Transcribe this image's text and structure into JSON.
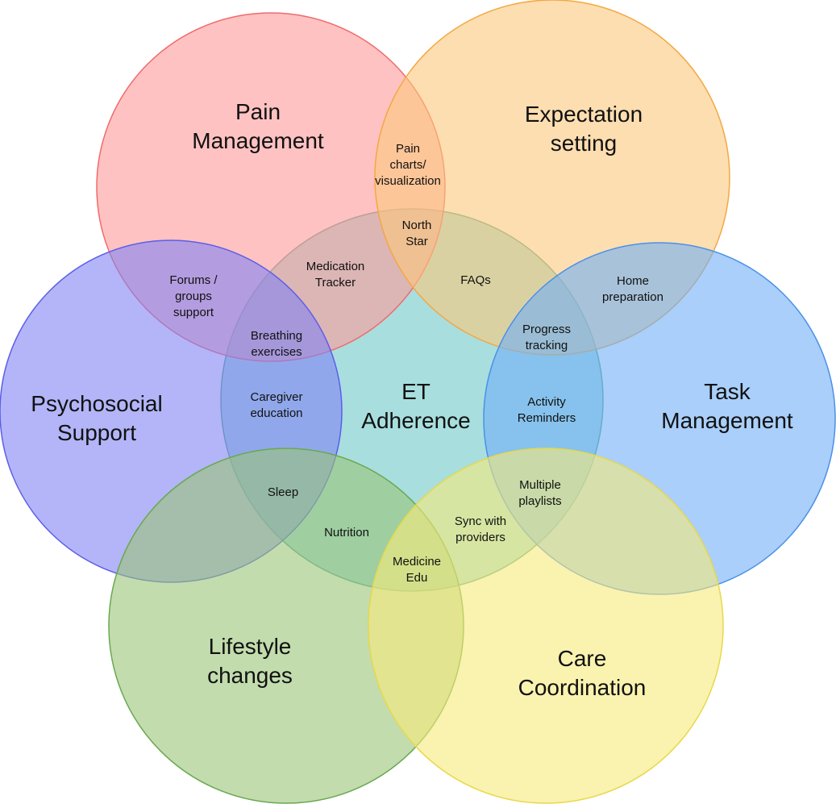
{
  "circles": {
    "center": {
      "lines": [
        "ET",
        "Adherence"
      ],
      "color": "#6ec8c8",
      "stroke": "#5aa88a"
    },
    "pain": {
      "lines": [
        "Pain",
        "Management"
      ],
      "color": "#ff9999",
      "stroke": "#f06a6a"
    },
    "expectation": {
      "lines": [
        "Expectation",
        "setting"
      ],
      "color": "#fcc87b",
      "stroke": "#f3a844"
    },
    "psychosocial": {
      "lines": [
        "Psychosocial",
        "Support"
      ],
      "color": "#8084f3",
      "stroke": "#5b5ee8"
    },
    "task": {
      "lines": [
        "Task",
        "Management"
      ],
      "color": "#70aff7",
      "stroke": "#4a90e8"
    },
    "lifestyle": {
      "lines": [
        "Lifestyle",
        "changes"
      ],
      "color": "#99c578",
      "stroke": "#6aa84f"
    },
    "care": {
      "lines": [
        "Care",
        "Coordination"
      ],
      "color": "#f7e97a",
      "stroke": "#e8d84a"
    }
  },
  "overlaps": [
    {
      "lines": [
        "Pain",
        "charts/",
        "visualization"
      ]
    },
    {
      "lines": [
        "North",
        "Star"
      ]
    },
    {
      "lines": [
        "Medication",
        "Tracker"
      ]
    },
    {
      "lines": [
        "FAQs"
      ]
    },
    {
      "lines": [
        "Home",
        "preparation"
      ]
    },
    {
      "lines": [
        "Forums /",
        "groups",
        "support"
      ]
    },
    {
      "lines": [
        "Breathing",
        "exercises"
      ]
    },
    {
      "lines": [
        "Progress",
        "tracking"
      ]
    },
    {
      "lines": [
        "Caregiver",
        "education"
      ]
    },
    {
      "lines": [
        "Activity",
        "Reminders"
      ]
    },
    {
      "lines": [
        "Sleep"
      ]
    },
    {
      "lines": [
        "Multiple",
        "playlists"
      ]
    },
    {
      "lines": [
        "Nutrition"
      ]
    },
    {
      "lines": [
        "Sync with",
        "providers"
      ]
    },
    {
      "lines": [
        "Medicine",
        "Edu"
      ]
    }
  ]
}
